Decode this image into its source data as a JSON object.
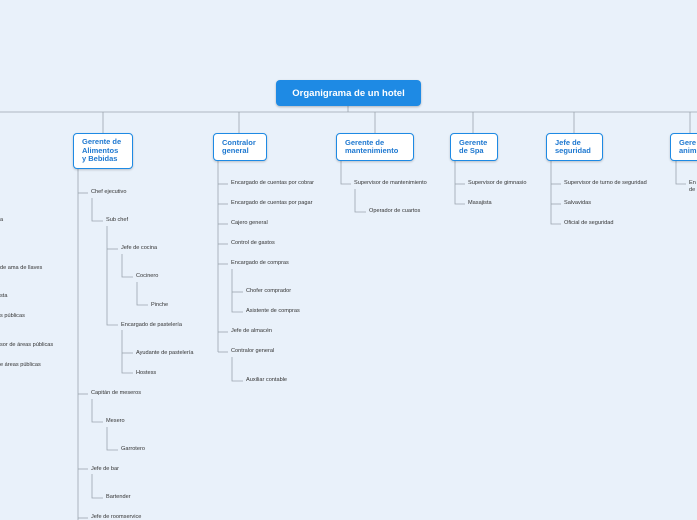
{
  "title": "Organigrama de un hotel",
  "branches": [
    {
      "label": "Gerente de\nAlimentos\ny Bebidas"
    },
    {
      "label": "Contralor\ngeneral"
    },
    {
      "label": "Gerente de\nmantenimiento"
    },
    {
      "label": "Gerente\nde Spa"
    },
    {
      "label": "Jefe de\nseguridad"
    },
    {
      "label": "Gere\nanim"
    }
  ],
  "left_partial_items": [
    "a",
    "de ama de llaves",
    "sta",
    "s públicas",
    "sor de áreas públicas",
    "e áreas públicas"
  ],
  "items": {
    "alimentos": [
      "Chef ejecutivo",
      "Sub chef",
      "Jefe de cocina",
      "Cocinero",
      "Pinche",
      "Encargado de pastelería",
      "Ayudante de pastelería",
      "Hostess",
      "Capitán de meseros",
      "Mesero",
      "Garrotero",
      "Jefe de bar",
      "Bartender",
      "Jefe de roomservice"
    ],
    "contralor": [
      "Encargado de cuentas por cobrar",
      "Encargado de cuentas por pagar",
      "Cajero general",
      "Control de gastos",
      "Encargado de compras",
      "Chofer comprador",
      "Asistente de compras",
      "Jefe de almacén",
      "Contralor general",
      "Auxiliar contable"
    ],
    "mantenimiento": [
      "Supervisor de mantenimiento",
      "Operador de cuartos"
    ],
    "spa": [
      "Supervisor de gimnasio",
      "Masajista"
    ],
    "seguridad": [
      "Supervisor de turno de seguridad",
      "Salvavidas",
      "Oficial de seguridad"
    ],
    "animacion": [
      "En",
      "de"
    ]
  },
  "colors": {
    "background": "#e9f1fa",
    "accent": "#1e8ae4",
    "node_text": "#1e78d0",
    "line": "#9aa4ae"
  }
}
